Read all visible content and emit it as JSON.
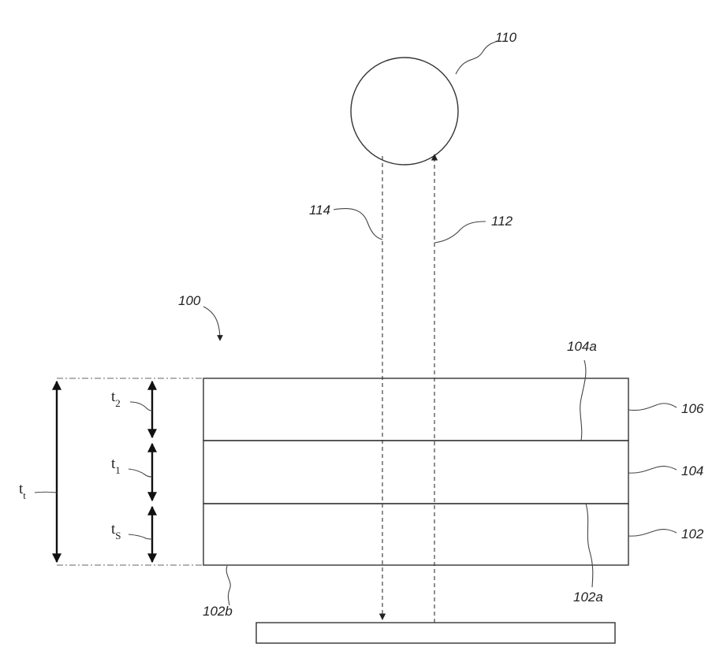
{
  "labels": {
    "source": "110",
    "ray_down": "114",
    "ray_up": "112",
    "assembly": "100",
    "interface_upper": "104a",
    "layer_top": "106",
    "layer_middle": "104",
    "layer_bottom": "102",
    "interface_lower": "102a",
    "bottom_surface": "102b"
  },
  "thickness": {
    "total": "t",
    "total_sub": "t",
    "top": "t",
    "top_sub": "2",
    "middle": "t",
    "middle_sub": "1",
    "bottom": "t",
    "bottom_sub": "S"
  }
}
